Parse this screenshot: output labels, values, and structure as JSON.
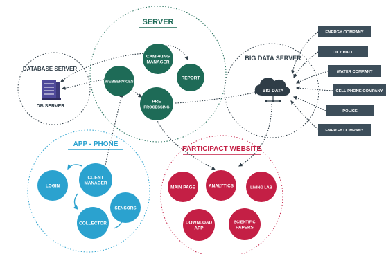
{
  "colors": {
    "server": "#1e6b57",
    "app": "#2ba2cf",
    "website": "#c41f45",
    "source": "#3d4e5a",
    "dark_text": "#2f3d47",
    "title_server": "#1e6b57",
    "title_app": "#2ba2cf",
    "title_website": "#c41f45",
    "arrow": "#2f3d47"
  },
  "database_server": {
    "title": "DATABASE SERVER",
    "db_label": "DB SERVER"
  },
  "server": {
    "title": "SERVER",
    "nodes": [
      {
        "id": "campaign",
        "lines": [
          "CAMPAING",
          "MANAGER"
        ]
      },
      {
        "id": "webservices",
        "lines": [
          "WEBSERVICES"
        ]
      },
      {
        "id": "report",
        "lines": [
          "REPORT"
        ]
      },
      {
        "id": "preprocessing",
        "lines": [
          "PRE",
          "PROCESSING"
        ]
      }
    ]
  },
  "big_data_server": {
    "title": "BIG DATA SERVER",
    "cloud_label": "BIG DATA"
  },
  "sources": [
    "ENERGY COMPANY",
    "CITY HALL",
    "WATER COMPANY",
    "CELL PHONE COMPANY",
    "POLICE",
    "ENERGY COMPANY"
  ],
  "app_phone": {
    "title": "APP - PHONE",
    "nodes": [
      {
        "id": "login",
        "lines": [
          "LOGIN"
        ]
      },
      {
        "id": "client",
        "lines": [
          "CLIENT",
          "MANAGER"
        ]
      },
      {
        "id": "sensors",
        "lines": [
          "SENSORS"
        ]
      },
      {
        "id": "collector",
        "lines": [
          "COLLECTOR"
        ]
      }
    ]
  },
  "participant_website": {
    "title": "PARTICIPACT WEBSITE",
    "nodes": [
      {
        "id": "mainpage",
        "lines": [
          "MAIN PAGE"
        ]
      },
      {
        "id": "analytics",
        "lines": [
          "ANALYTICS"
        ]
      },
      {
        "id": "livinglab",
        "lines": [
          "LIVING LAB"
        ]
      },
      {
        "id": "download",
        "lines": [
          "DOWNLOAD",
          "APP"
        ]
      },
      {
        "id": "papers",
        "lines": [
          "SCIENTIFIC",
          "PAPERS"
        ]
      }
    ]
  }
}
